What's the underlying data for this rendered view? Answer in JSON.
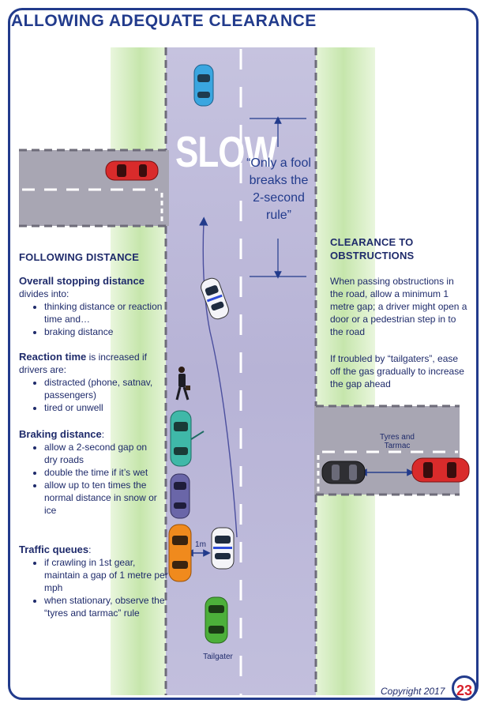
{
  "title": "ALLOWING ADEQUATE CLEARANCE",
  "road_marking": "SLOW",
  "quote": "“Only a fool breaks the 2-second rule”",
  "following": {
    "heading": "FOLLOWING DISTANCE",
    "stopping": {
      "lead_bold": "Overall stopping distance",
      "lead_rest": "divides into:",
      "items": [
        "thinking distance or reaction time and…",
        "braking distance"
      ]
    },
    "reaction": {
      "lead_bold": "Reaction time",
      "lead_rest": " is increased if drivers are:",
      "items": [
        "distracted (phone, satnav, passengers)",
        "tired or unwell"
      ]
    },
    "braking": {
      "lead_bold": "Braking distance",
      "lead_rest": ":",
      "items": [
        "allow a 2-second gap on dry roads",
        "double the time if it’s wet",
        "allow up to ten times the normal distance in snow or ice"
      ]
    },
    "queues": {
      "lead_bold": "Traffic queues",
      "lead_rest": ":",
      "items": [
        "if crawling in 1st gear, maintain a gap of 1 metre per mph",
        "when stationary, observe the “tyres and tarmac” rule"
      ]
    }
  },
  "clearance": {
    "heading": "CLEARANCE TO OBSTRUCTIONS",
    "para1": "When passing obstructions in the road, allow a minimum 1 metre gap; a driver might open a door or a pedestrian step in to the road",
    "para2": "If troubled by “tailgaters”, ease off the gas gradually to increase the gap ahead"
  },
  "labels": {
    "gap": "1m",
    "tyres": "Tyres and Tarmac",
    "tailgater": "Tailgater"
  },
  "copyright": "Copyright 2017",
  "page_number": "23",
  "colors": {
    "accent": "#223b8c",
    "page_number": "#d8202a",
    "road": "#b9b6d6",
    "grass": "#c9e9b0"
  }
}
